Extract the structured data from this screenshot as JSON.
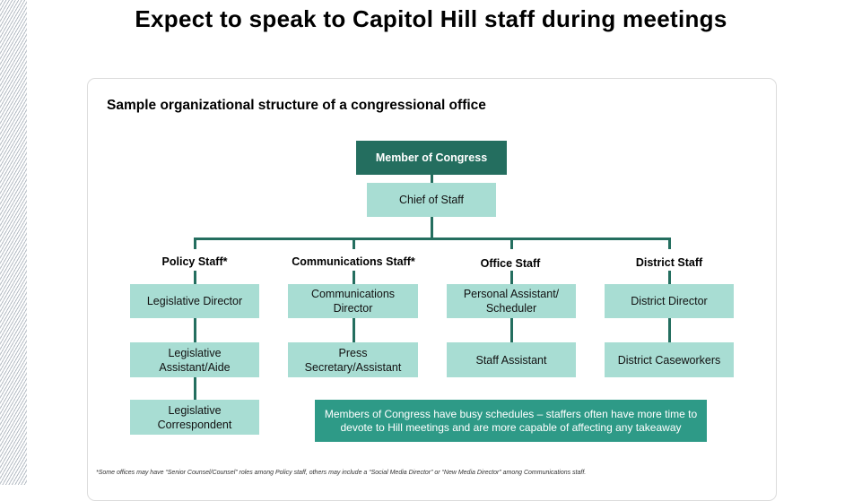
{
  "title": "Expect to speak to Capitol Hill staff during meetings",
  "subtitle": "Sample organizational structure of a congressional office",
  "top": {
    "member": "Member of Congress",
    "chief": "Chief of Staff"
  },
  "columns": [
    {
      "heading": "Policy Staff*",
      "roles": [
        "Legislative Director",
        "Legislative Assistant/Aide",
        "Legislative Correspondent"
      ]
    },
    {
      "heading": "Communications  Staff*",
      "roles": [
        "Communications Director",
        "Press Secretary/Assistant"
      ]
    },
    {
      "heading": "Office Staff",
      "roles": [
        "Personal Assistant/ Scheduler",
        "Staff Assistant"
      ]
    },
    {
      "heading": "District  Staff",
      "roles": [
        "District Director",
        "District Caseworkers"
      ]
    }
  ],
  "note": "Members of Congress have busy schedules – staffers often have more time to devote to Hill meetings and are more capable of affecting any takeaway",
  "footnote": "*Some  offices  may  have  “Senior Counsel/Counsel”  roles among  Policy staff,  others may  include  a  “Social Media Director” or “New Media Director” among  Communications   staff.",
  "colors": {
    "dark": "#246e5f",
    "light": "#a8ddd3",
    "note": "#2e9a87"
  }
}
